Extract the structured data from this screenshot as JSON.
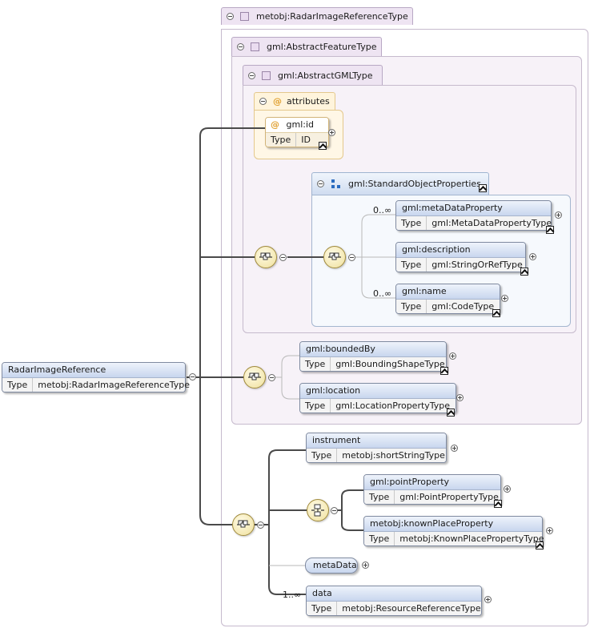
{
  "colors": {
    "wire": "#4a4a4a",
    "thin_wire": "#b9b9b9",
    "type_bg": "#f7f2f8",
    "group_accent": "#2a6cc0"
  },
  "root": {
    "name": "RadarImageReference",
    "type_key": "Type",
    "type_value": "metobj:RadarImageReferenceType"
  },
  "containers": {
    "radar_type": "metobj:RadarImageReferenceType",
    "abstract_feature": "gml:AbstractFeatureType",
    "abstract_gml": "gml:AbstractGMLType"
  },
  "attributes": {
    "label": "attributes",
    "id": {
      "name": "gml:id",
      "type_key": "Type",
      "type_value": "ID"
    }
  },
  "group": {
    "name": "gml:StandardObjectProperties"
  },
  "elements": {
    "meta_data_property": {
      "name": "gml:metaDataProperty",
      "type_key": "Type",
      "type_value": "gml:MetaDataPropertyType",
      "card": "0..∞"
    },
    "description": {
      "name": "gml:description",
      "type_key": "Type",
      "type_value": "gml:StringOrRefType"
    },
    "name": {
      "name": "gml:name",
      "type_key": "Type",
      "type_value": "gml:CodeType",
      "card": "0..∞"
    },
    "bounded_by": {
      "name": "gml:boundedBy",
      "type_key": "Type",
      "type_value": "gml:BoundingShapeType"
    },
    "location": {
      "name": "gml:location",
      "type_key": "Type",
      "type_value": "gml:LocationPropertyType"
    },
    "instrument": {
      "name": "instrument",
      "type_key": "Type",
      "type_value": "metobj:shortStringType"
    },
    "point_property": {
      "name": "gml:pointProperty",
      "type_key": "Type",
      "type_value": "gml:PointPropertyType"
    },
    "known_place_property": {
      "name": "metobj:knownPlaceProperty",
      "type_key": "Type",
      "type_value": "metobj:KnownPlacePropertyType"
    },
    "meta_data": {
      "name": "metaData"
    },
    "data": {
      "name": "data",
      "type_key": "Type",
      "type_value": "metobj:ResourceReferenceType",
      "card": "1..∞"
    }
  }
}
